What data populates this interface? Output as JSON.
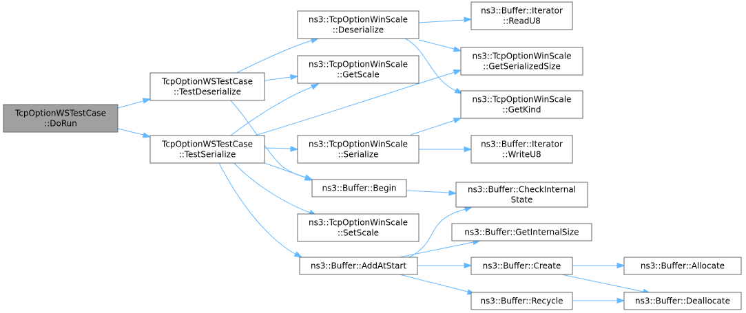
{
  "graph": {
    "edge_color": "#63b8ff",
    "node_border": "#666666",
    "root_fill": "#a0a0a0",
    "nodes": {
      "dorun": [
        "TcpOptionWSTestCase",
        "::DoRun"
      ],
      "testdeser": [
        "TcpOptionWSTestCase",
        "::TestDeserialize"
      ],
      "testser": [
        "TcpOptionWSTestCase",
        "::TestSerialize"
      ],
      "deser": [
        "ns3::TcpOptionWinScale",
        "::Deserialize"
      ],
      "getscale": [
        "ns3::TcpOptionWinScale",
        "::GetScale"
      ],
      "serialize": [
        "ns3::TcpOptionWinScale",
        "::Serialize"
      ],
      "begin": [
        "ns3::Buffer::Begin"
      ],
      "setscale": [
        "ns3::TcpOptionWinScale",
        "::SetScale"
      ],
      "addatstart": [
        "ns3::Buffer::AddAtStart"
      ],
      "readu8": [
        "ns3::Buffer::Iterator",
        "::ReadU8"
      ],
      "getsersize": [
        "ns3::TcpOptionWinScale",
        "::GetSerializedSize"
      ],
      "getkind": [
        "ns3::TcpOptionWinScale",
        "::GetKind"
      ],
      "writeu8": [
        "ns3::Buffer::Iterator",
        "::WriteU8"
      ],
      "checkinternal": [
        "ns3::Buffer::CheckInternal",
        "State"
      ],
      "getinternalsize": [
        "ns3::Buffer::GetInternalSize"
      ],
      "create": [
        "ns3::Buffer::Create"
      ],
      "recycle": [
        "ns3::Buffer::Recycle"
      ],
      "allocate": [
        "ns3::Buffer::Allocate"
      ],
      "deallocate": [
        "ns3::Buffer::Deallocate"
      ]
    }
  }
}
